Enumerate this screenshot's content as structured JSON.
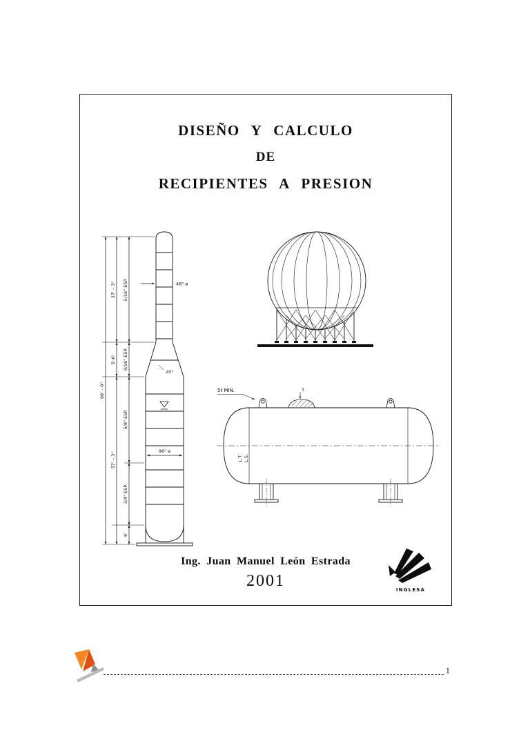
{
  "title": {
    "line1": "DISEÑO Y CALCULO",
    "line2": "DE",
    "line3": "RECIPIENTES A PRESION"
  },
  "credits": {
    "author": "Ing. Juan Manuel León Estrada",
    "year": "2001"
  },
  "logo": {
    "name": "INGLESA"
  },
  "footer": {
    "page_number": "1"
  },
  "tower_labels": {
    "overall_height": "90' – 0\"",
    "top_section_height": "27' – 3\"",
    "cone_height": "5'-6\"",
    "bottom_section_height": "57' – 3\"",
    "skirt_height": "6'",
    "top_thickness": "5/16\" ESP.",
    "cone_thickness": "9/16\" ESP.",
    "mid_thickness": "5/8\" ESP.",
    "bottom_thickness": "3/4\" ESP.",
    "top_diameter": "48\" ø",
    "bottom_diameter": "96\" ø",
    "cone_angle": "20°"
  },
  "vessel_labels": {
    "plate_note": "5t MIN.",
    "pad_thickness": "t",
    "lt_label": "L.T.",
    "ls_label": "L.S."
  }
}
